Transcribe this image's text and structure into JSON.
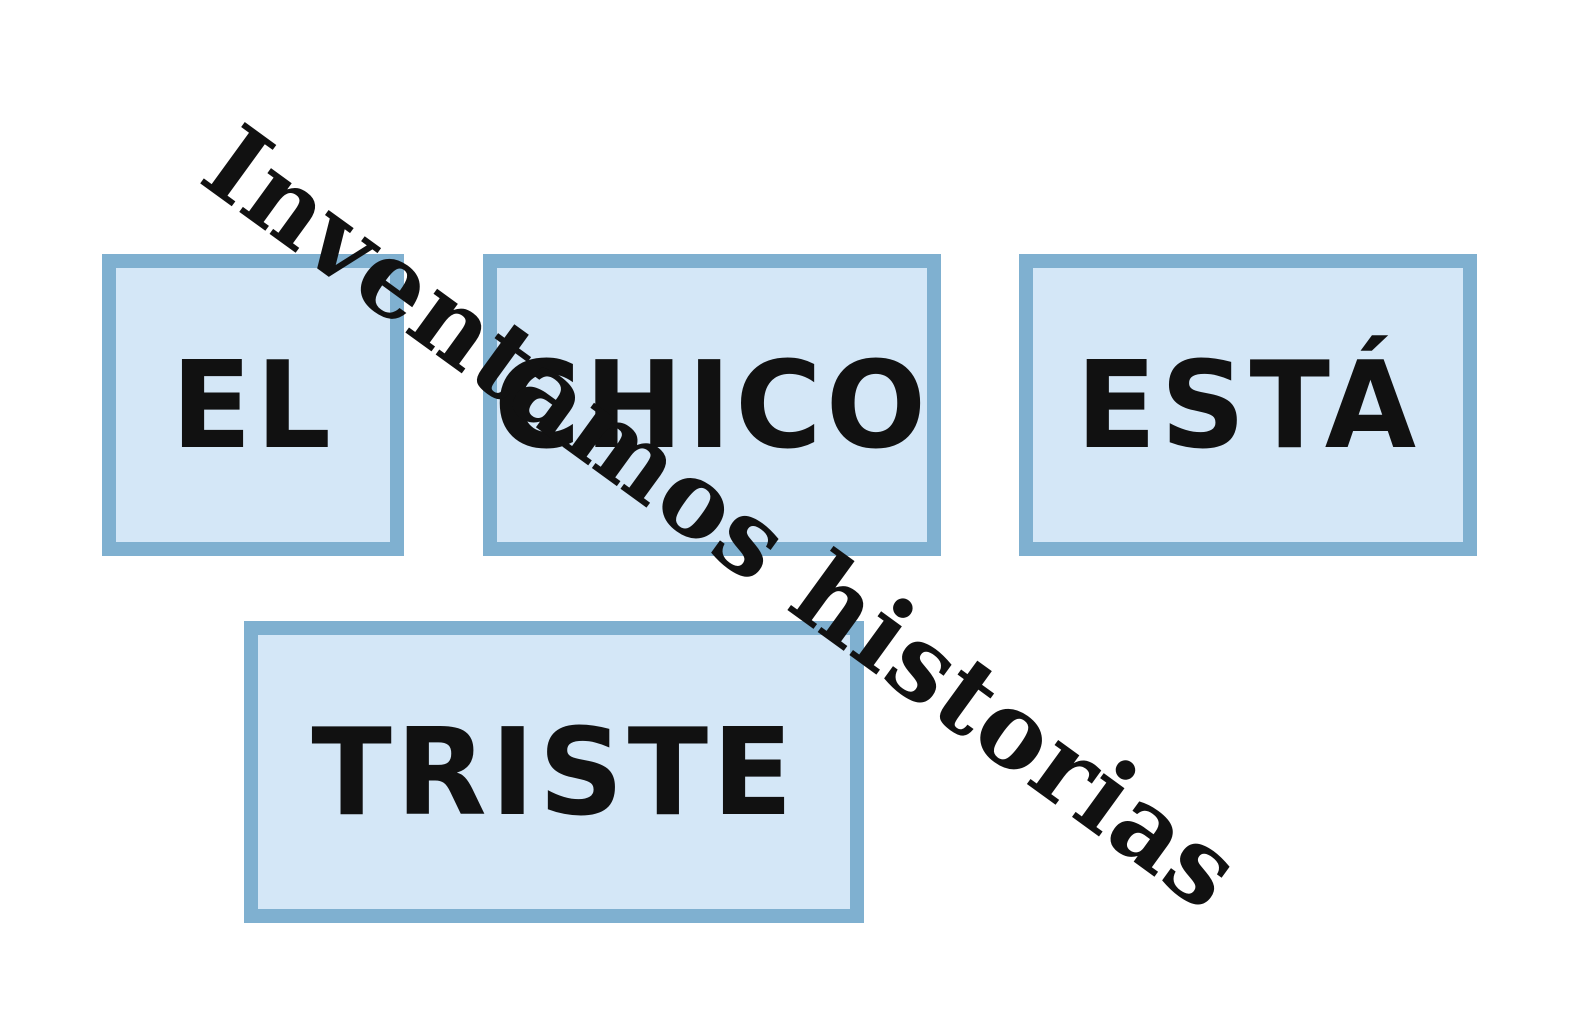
{
  "cards": [
    {
      "word": "EL"
    },
    {
      "word": "CHICO"
    },
    {
      "word": "ESTÁ"
    },
    {
      "word": "TRISTE"
    }
  ],
  "watermark": {
    "text": "Inventamos historias"
  },
  "colors": {
    "card_fill": "#d4e7f7",
    "card_border": "#7fb0d0",
    "text": "#111111",
    "background": "#ffffff"
  }
}
